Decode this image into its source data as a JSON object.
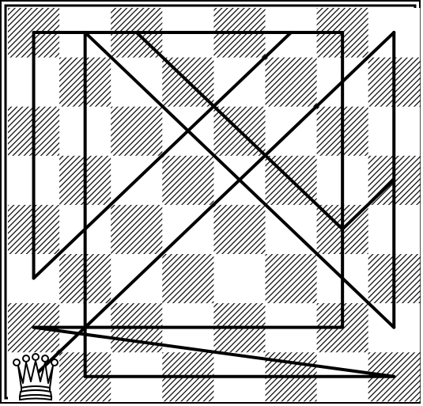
{
  "board": {
    "files": 8,
    "ranks": 8,
    "light_square_color": "#ffffff",
    "dark_square_style": "diagonal-hatch",
    "dark_square_color": "#000000",
    "border_color": "#000000"
  },
  "piece": {
    "type": "queen",
    "color": "white",
    "square": "a1",
    "icon": "white-queen-icon"
  },
  "tour": {
    "description_squares": [
      "a1",
      "h8",
      "h2",
      "b8",
      "b1",
      "h1",
      "a2",
      "g2",
      "g8",
      "a8",
      "a3",
      "c5",
      "f8",
      "c8",
      "g4",
      "h5"
    ],
    "line_color": "#000000"
  }
}
